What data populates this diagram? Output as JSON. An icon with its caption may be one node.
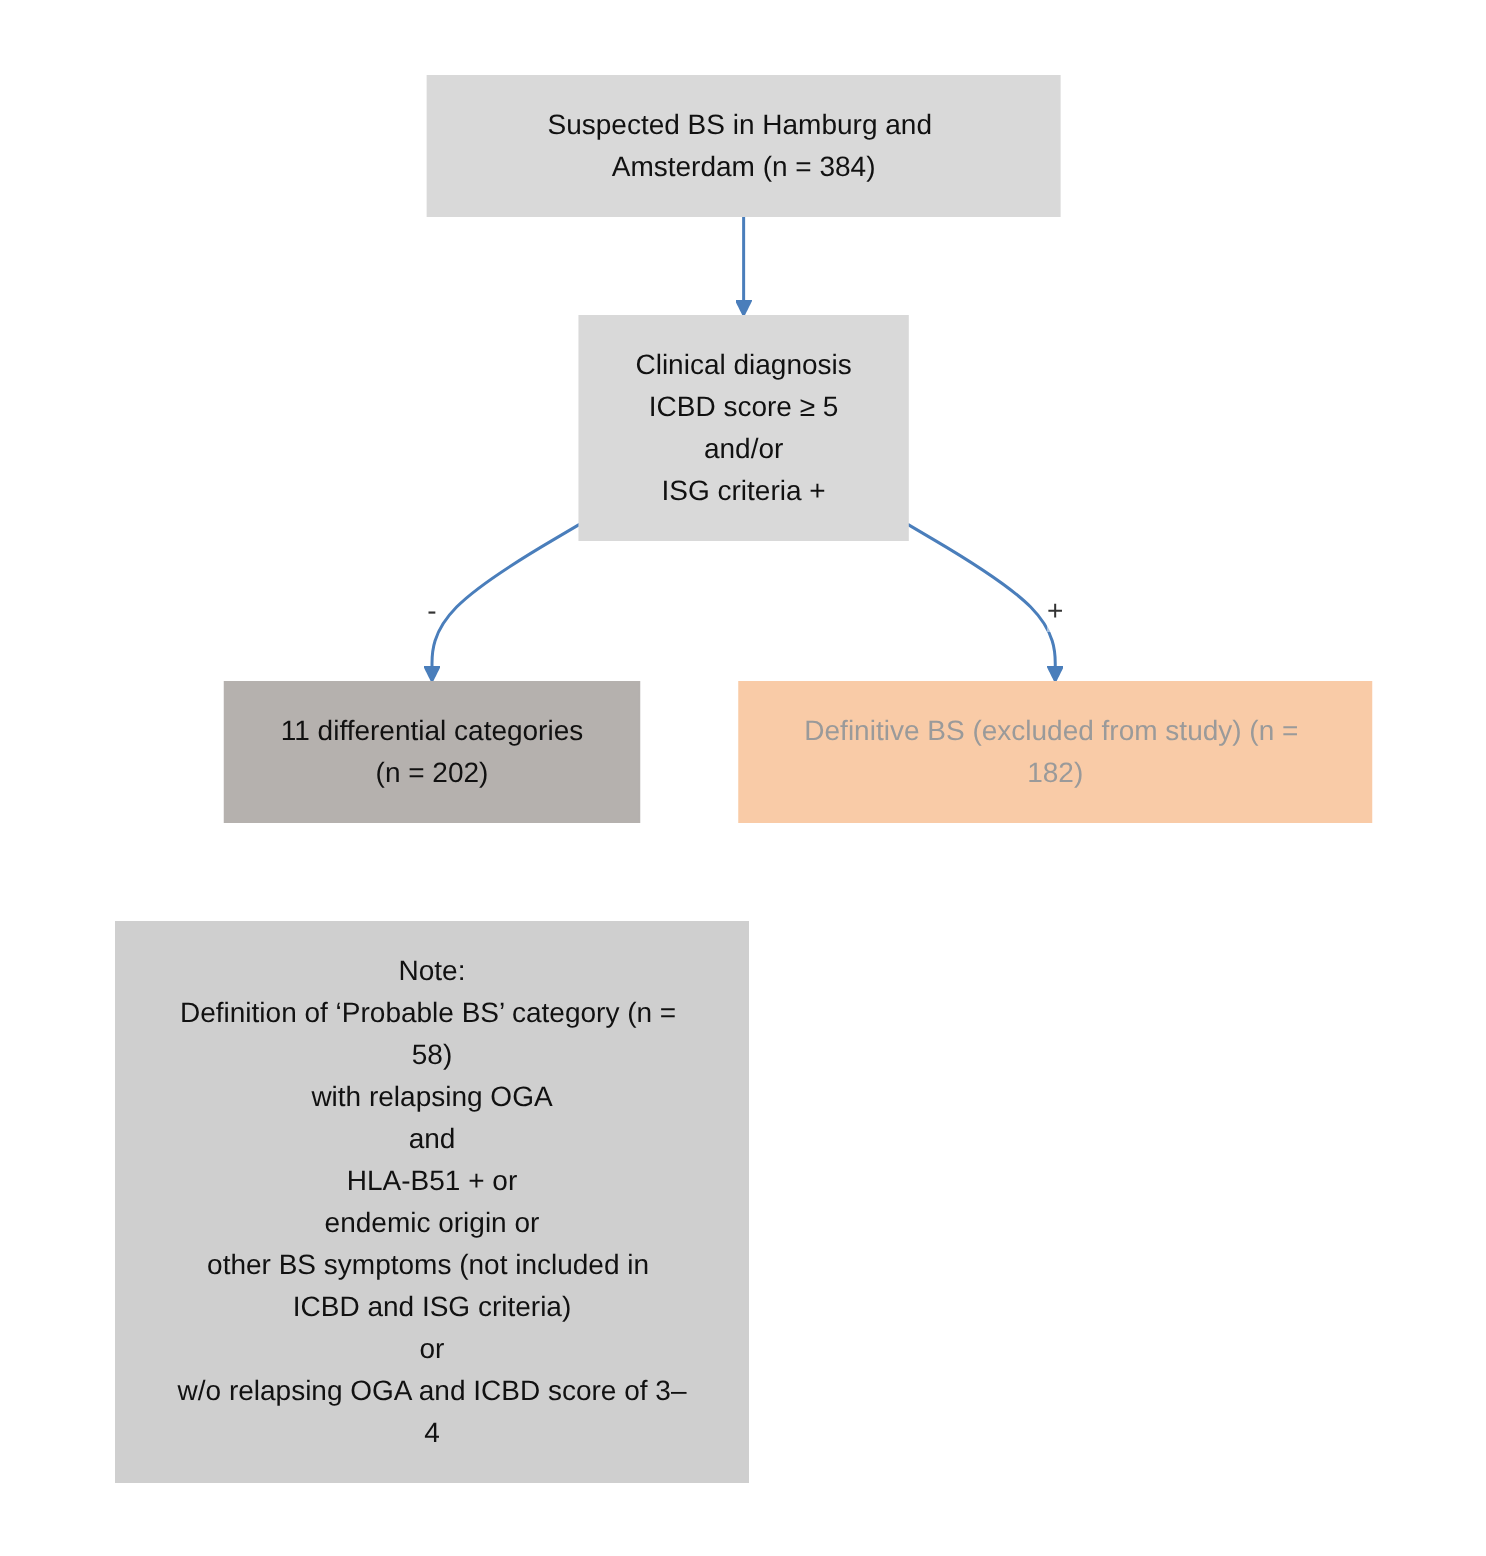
{
  "diagram": {
    "nodes": [
      {
        "text": [
          "Suspected BS in Hamburg and Amsterdam (n = 384)"
        ]
      },
      {
        "text": [
          "Clinical diagnosis",
          "ICBD score ≥ 5",
          "and/or",
          "ISG criteria +"
        ]
      },
      {
        "text": [
          "11 differential categories",
          "(n = 202)"
        ]
      },
      {
        "text": [
          "Definitive BS (excluded from study) (n = 182)"
        ]
      },
      {
        "text": [
          "Note:",
          "Definition of ‘Probable BS’ category (n = 58)",
          "with relapsing OGA",
          "and",
          "HLA-B51 + or",
          "endemic origin or",
          "other BS symptoms (not included in ICBD and ISG criteria)",
          "or",
          "w/o relapsing OGA and ICBD score of 3–4"
        ]
      }
    ],
    "edges": [
      {
        "from": 0,
        "to": 1,
        "arrow": "to"
      },
      {
        "from": 1,
        "to": 2,
        "arrow": "to",
        "label": "-"
      },
      {
        "from": 1,
        "to": 3,
        "arrow": "to",
        "label": "+"
      }
    ]
  }
}
